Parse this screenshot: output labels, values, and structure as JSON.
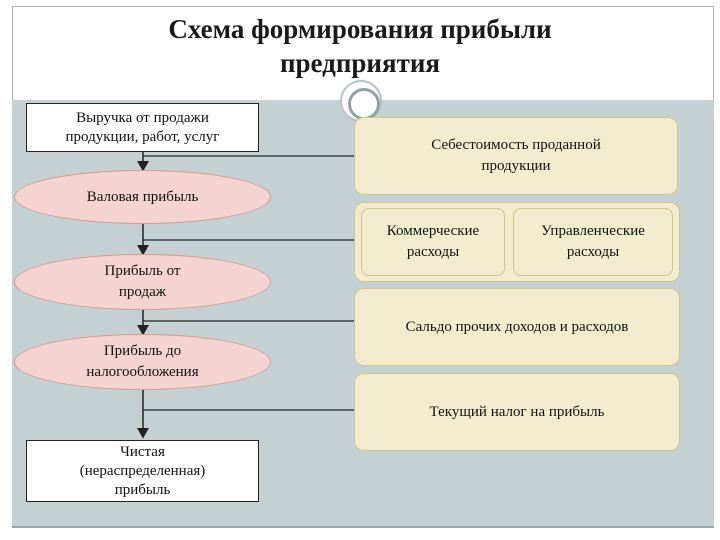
{
  "title": {
    "line1": "Схема формирования прибыли",
    "line2": "предприятия"
  },
  "flow": {
    "revenue": "Выручка от продажи\nпродукции, работ, услуг",
    "gross_profit": "Валовая прибыль",
    "sales_profit": "Прибыль от\nпродаж",
    "pretax_profit": "Прибыль до\nналогообложения",
    "net_profit": "Чистая\n(нераспределенная)\nприбыль"
  },
  "deductions": {
    "cost_of_sales": "Себестоимость проданной\nпродукции",
    "commercial_expenses": "Коммерческие\nрасходы",
    "admin_expenses": "Управленческие\nрасходы",
    "other_balance": "Сальдо прочих доходов и расходов",
    "current_tax": "Текущий налог на прибыль"
  },
  "colors": {
    "band": "#c5d0d3",
    "ellipse_fill": "#f4d3d0",
    "tan_fill": "#f2ecce"
  }
}
